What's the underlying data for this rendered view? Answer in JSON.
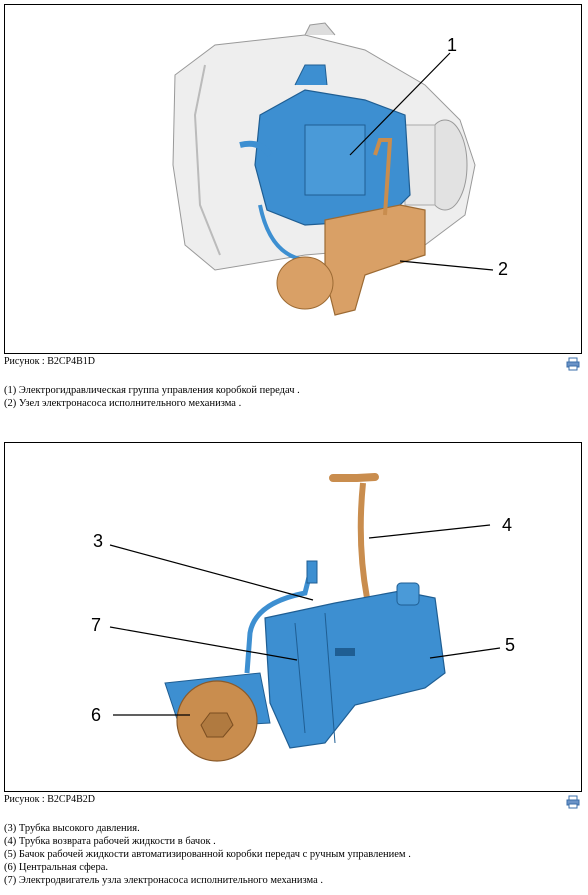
{
  "figure1": {
    "caption": "Рисунок : B2CP4B1D",
    "callouts": [
      "1",
      "2"
    ],
    "legend": [
      "(1) Электрогидравлическая группа управления коробкой передач .",
      "(2) Узел электронасоса исполнительного механизма ."
    ]
  },
  "figure2": {
    "caption": "Рисунок : B2CP4B2D",
    "callouts": [
      "3",
      "4",
      "7",
      "5",
      "6"
    ],
    "legend": [
      "(3) Трубка высокого давления.",
      "(4) Трубка возврата рабочей жидкости в бачок .",
      "(5) Бачок рабочей жидкости автоматизированной коробки передач с ручным управлением .",
      "(6) Центральная сфера.",
      "(7) Электродвигатель узла электронасоса исполнительного механизма ."
    ]
  },
  "icons": {
    "print": "print-icon"
  },
  "colors": {
    "blue_part": "#3d8fd1",
    "orange_part": "#d9a066",
    "housing": "#eeeeee"
  }
}
